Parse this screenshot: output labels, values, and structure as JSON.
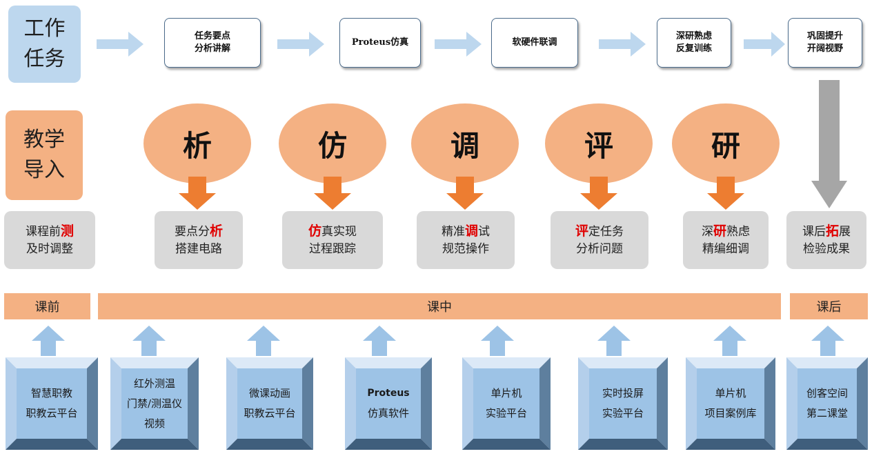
{
  "side_labels": {
    "work_task": "工作\n任务",
    "teaching_intro": "教学\n导入"
  },
  "flow_steps": [
    {
      "text": "任务要点\n分析讲解"
    },
    {
      "text": "Proteus仿真"
    },
    {
      "text": "软硬件联调"
    },
    {
      "text": "深研熟虑\n反复训练"
    },
    {
      "text": "巩固提升\n开阔视野"
    }
  ],
  "stages": [
    "析",
    "仿",
    "调",
    "评",
    "研"
  ],
  "descriptions": [
    {
      "l1_pre": "课程前",
      "l1_hl": "测",
      "l1_post": "",
      "l2": "及时调整"
    },
    {
      "l1_pre": "要点分",
      "l1_hl": "析",
      "l1_post": "",
      "l2": "搭建电路"
    },
    {
      "l1_pre": "",
      "l1_hl": "仿",
      "l1_post": "真实现",
      "l2": "过程跟踪"
    },
    {
      "l1_pre": "精准",
      "l1_hl": "调",
      "l1_post": "试",
      "l2": "规范操作"
    },
    {
      "l1_pre": "",
      "l1_hl": "评",
      "l1_post": "定任务",
      "l2": "分析问题"
    },
    {
      "l1_pre": "深",
      "l1_hl": "研",
      "l1_post": "熟虑",
      "l2": "精编细调"
    },
    {
      "l1_pre": "课后",
      "l1_hl": "拓",
      "l1_post": "展",
      "l2": "检验成果"
    }
  ],
  "phases": {
    "before": "课前",
    "during": "课中",
    "after": "课后"
  },
  "platforms": [
    {
      "lines": [
        "智慧职教",
        "职教云平台"
      ]
    },
    {
      "lines": [
        "红外测温",
        "门禁/测温仪",
        "视频"
      ]
    },
    {
      "lines": [
        "微课动画",
        "职教云平台"
      ]
    },
    {
      "lines": [
        "Proteus",
        "仿真软件"
      ]
    },
    {
      "lines": [
        "单片机",
        "实验平台"
      ]
    },
    {
      "lines": [
        "实时投屏",
        "实验平台"
      ]
    },
    {
      "lines": [
        "单片机",
        "项目案例库"
      ]
    },
    {
      "lines": [
        "创客空间",
        "第二课堂"
      ]
    }
  ],
  "colors": {
    "light_blue": "#bdd7ee",
    "arrow_blue": "#9dc3e6",
    "orange": "#f4b183",
    "dark_orange": "#ed7d31",
    "grey": "#d9d9d9",
    "highlight_red": "#e00000"
  }
}
